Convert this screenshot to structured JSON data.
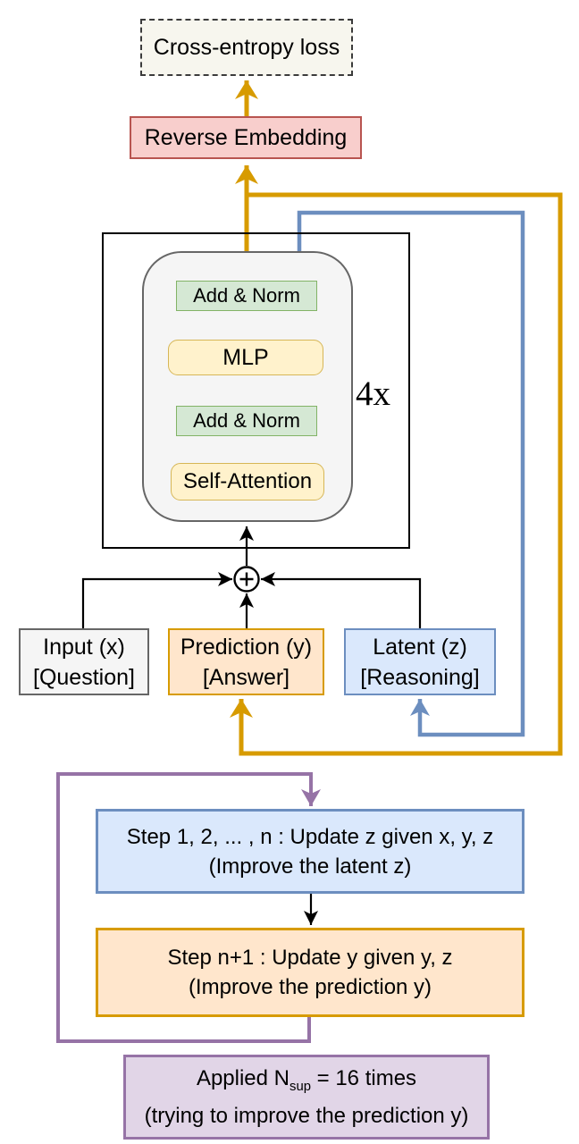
{
  "colors": {
    "gold": "#d79b00",
    "gold_fill": "#ffe6cc",
    "red_border": "#b85450",
    "red_fill": "#f8cecc",
    "green_border": "#82b366",
    "green_fill": "#d5e8d4",
    "yellow_border": "#d6b656",
    "yellow_fill": "#fff2cc",
    "blue_border": "#6c8ebf",
    "blue_fill": "#dae8fc",
    "purple_border": "#9673a6",
    "purple_fill": "#e1d5e7",
    "gray_border": "#666666",
    "gray_fill": "#f5f5f5",
    "beige_fill": "#f7f6ee"
  },
  "nodes": {
    "cross_entropy": {
      "label": "Cross-entropy loss"
    },
    "reverse_embedding": {
      "label": "Reverse Embedding"
    },
    "transformer": {
      "add_norm_top": "Add & Norm",
      "mlp": "MLP",
      "add_norm_bottom": "Add & Norm",
      "self_attention": "Self-Attention",
      "repeat_label": "4x"
    },
    "input": {
      "line1": "Input (x)",
      "line2": "[Question]"
    },
    "prediction": {
      "line1": "Prediction (y)",
      "line2": "[Answer]"
    },
    "latent": {
      "line1": "Latent (z)",
      "line2": "[Reasoning]"
    },
    "step_z": {
      "line1": "Step 1, 2, ... , n : Update z given x, y, z",
      "line2": "(Improve the latent z)"
    },
    "step_y": {
      "line1": "Step n+1 : Update y given y, z",
      "line2": "(Improve the prediction y)"
    },
    "applied": {
      "line1_pre": "Applied N",
      "line1_sub": "sup",
      "line1_post": " = 16 times",
      "line2": "(trying to improve the prediction y)"
    }
  }
}
